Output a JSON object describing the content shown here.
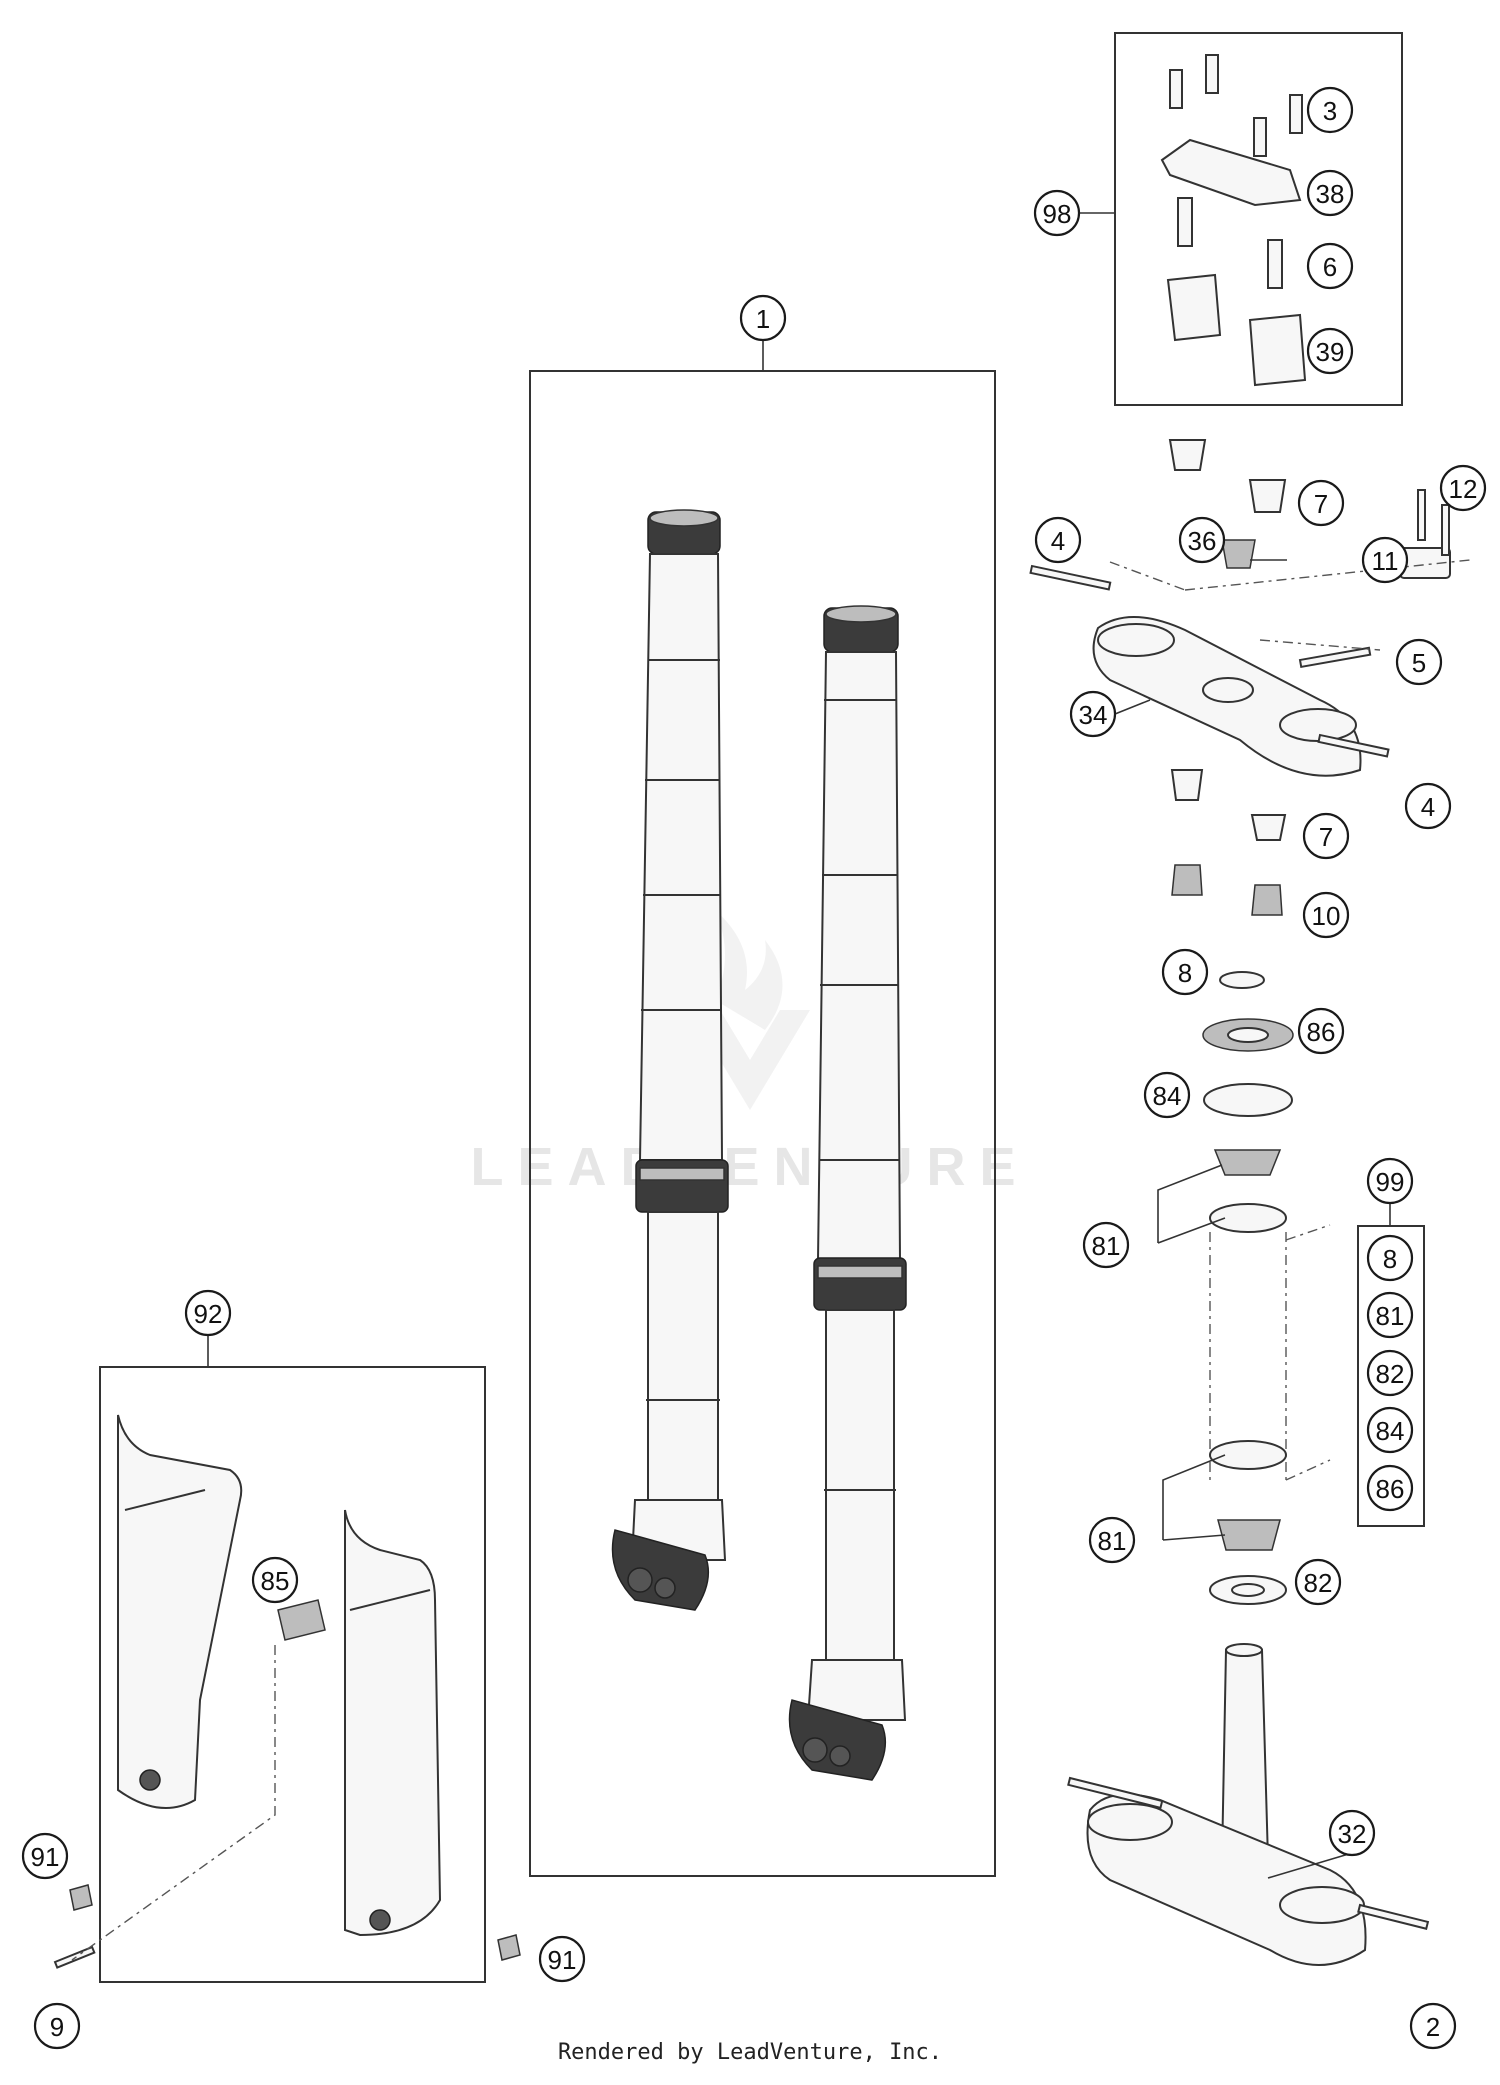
{
  "watermark": "LEADVENTURE",
  "footer": "Rendered by LeadVenture, Inc.",
  "callouts": {
    "c1": "1",
    "c2": "2",
    "c3": "3",
    "c4a": "4",
    "c4b": "4",
    "c5": "5",
    "c6": "6",
    "c7a": "7",
    "c7b": "7",
    "c8a": "8",
    "c8b": "8",
    "c9": "9",
    "c10": "10",
    "c11": "11",
    "c12": "12",
    "c32": "32",
    "c34": "34",
    "c36": "36",
    "c38": "38",
    "c39": "39",
    "c81a": "81",
    "c81b": "81",
    "c81c": "81",
    "c82a": "82",
    "c82b": "82",
    "c84a": "84",
    "c84b": "84",
    "c85": "85",
    "c86a": "86",
    "c86b": "86",
    "c91a": "91",
    "c91b": "91",
    "c92": "92",
    "c98": "98",
    "c99": "99"
  }
}
